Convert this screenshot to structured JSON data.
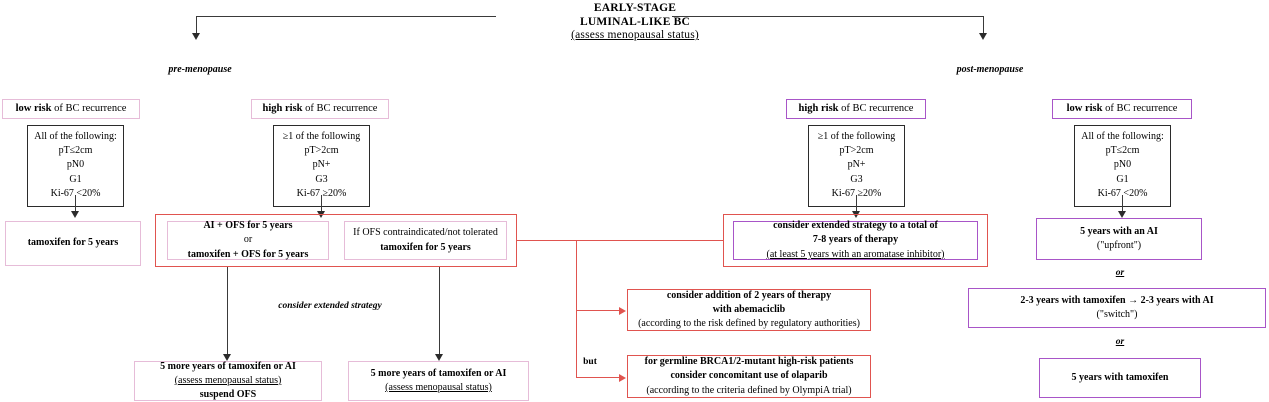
{
  "diagram": {
    "title_line1": "EARLY-STAGE",
    "title_line2": "LUMINAL-LIKE BC",
    "title_line3": "(assess menopausal status)",
    "branches": {
      "pre": "pre-menopause",
      "post": "post-menopause"
    },
    "colors": {
      "pink_border": "#e6bcd8",
      "purple_border": "#a855c8",
      "red_border": "#e0544f",
      "black_border": "#2b2b2b",
      "arrow_black": "#3a3a3a"
    },
    "risk_chips": {
      "pre_low": {
        "strong": "low risk",
        "rest": " of BC recurrence"
      },
      "pre_high": {
        "strong": "high risk",
        "rest": " of BC recurrence"
      },
      "post_high": {
        "strong": "high risk",
        "rest": " of BC recurrence"
      },
      "post_low": {
        "strong": "low risk",
        "rest": " of BC recurrence"
      }
    },
    "criteria": {
      "low": {
        "head": "All of the following:",
        "items": [
          "pT≤2cm",
          "pN0",
          "G1",
          "Ki-67 <20%"
        ]
      },
      "high": {
        "head": "≥1 of the following",
        "items": [
          "pT>2cm",
          "pN+",
          "G3",
          "Ki-67 ≥20%"
        ]
      }
    },
    "treatments": {
      "pre_low": "tamoxifen for 5 years",
      "pre_high_a_l1": "AI + OFS for 5 years",
      "pre_high_a_or": "or",
      "pre_high_a_l2": "tamoxifen + OFS for 5 years",
      "pre_high_b_l1": "If OFS contraindicated/not tolerated",
      "pre_high_b_l2": "tamoxifen for 5 years",
      "extended_note": "consider extended strategy",
      "pre_low_ext_l1": "5 more years of tamoxifen or AI",
      "pre_low_ext_l2": "(assess menopausal status)",
      "pre_low_ext_l3": "suspend OFS",
      "pre_high_ext_l1": "5 more years of tamoxifen or AI",
      "pre_high_ext_l2": "(assess menopausal status)",
      "post_high_l1": "consider extended strategy to a total of",
      "post_high_l2": "7-8 years of therapy",
      "post_high_l3": "(at least 5 years with an aromatase inhibitor)",
      "abema_l1": "consider addition of 2 years of therapy",
      "abema_l2": "with abemaciclib",
      "abema_l3": "(according to the risk defined by regulatory authorities)",
      "but_label": "but",
      "olaparib_l1": "for germline BRCA1/2-mutant high-risk patients",
      "olaparib_l2": "consider concomitant  use of olaparib",
      "olaparib_l3": "(according to the criteria defined by OlympiA trial)",
      "post_low_1_l1": "5 years with an AI",
      "post_low_1_l2": "(\"upfront\")",
      "or_1": "or",
      "post_low_2_l1": "2-3 years with tamoxifen → 2-3 years with AI",
      "post_low_2_l2": "(\"switch\")",
      "or_2": "or",
      "post_low_3_l1": "5 years with tamoxifen"
    }
  }
}
